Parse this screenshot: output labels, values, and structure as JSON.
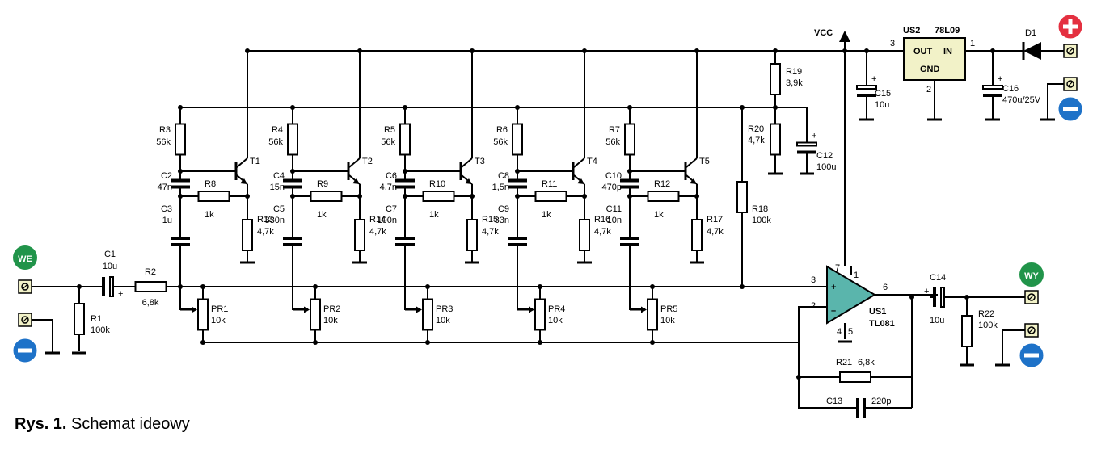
{
  "caption": {
    "label": "Rys. 1.",
    "text": "Schemat ideowy"
  },
  "supply": {
    "vcc_label": "VCC",
    "regulator": {
      "ref": "US2",
      "type": "78L09",
      "pin_in": "1",
      "pin_out": "3",
      "pin_gnd": "2",
      "text_out": "OUT",
      "text_in": "IN",
      "text_gnd": "GND"
    },
    "diode": {
      "ref": "D1"
    },
    "c15": {
      "ref": "C15",
      "value": "10u"
    },
    "c16": {
      "ref": "C16",
      "value": "470u/25V"
    },
    "plus_color": "#e43040",
    "minus_color": "#1e72c8"
  },
  "input": {
    "terminal_label": "WE",
    "badge_color": "#21944a",
    "c1": {
      "ref": "C1",
      "value": "10u"
    },
    "r1": {
      "ref": "R1",
      "value": "100k"
    },
    "r2": {
      "ref": "R2",
      "value": "6,8k"
    }
  },
  "bias": {
    "r19": {
      "ref": "R19",
      "value": "3,9k"
    },
    "r20": {
      "ref": "R20",
      "value": "4,7k"
    },
    "c12": {
      "ref": "C12",
      "value": "100u"
    },
    "r18": {
      "ref": "R18",
      "value": "100k"
    }
  },
  "stages": [
    {
      "tr": "T1",
      "rb": "R3",
      "rb_val": "56k",
      "ca": "C2",
      "ca_val": "47n",
      "cb": "C3",
      "cb_val": "1u",
      "rs": "R8",
      "rs_val": "1k",
      "re": "R13",
      "re_val": "4,7k",
      "pr": "PR1",
      "pr_val": "10k"
    },
    {
      "tr": "T2",
      "rb": "R4",
      "rb_val": "56k",
      "ca": "C4",
      "ca_val": "15n",
      "cb": "C5",
      "cb_val": "330n",
      "rs": "R9",
      "rs_val": "1k",
      "re": "R14",
      "re_val": "4,7k",
      "pr": "PR2",
      "pr_val": "10k"
    },
    {
      "tr": "T3",
      "rb": "R5",
      "rb_val": "56k",
      "ca": "C6",
      "ca_val": "4,7n",
      "cb": "C7",
      "cb_val": "100n",
      "rs": "R10",
      "rs_val": "1k",
      "re": "R15",
      "re_val": "4,7k",
      "pr": "PR3",
      "pr_val": "10k"
    },
    {
      "tr": "T4",
      "rb": "R6",
      "rb_val": "56k",
      "ca": "C8",
      "ca_val": "1,5n",
      "cb": "C9",
      "cb_val": "33n",
      "rs": "R11",
      "rs_val": "1k",
      "re": "R16",
      "re_val": "4,7k",
      "pr": "PR4",
      "pr_val": "10k"
    },
    {
      "tr": "T5",
      "rb": "R7",
      "rb_val": "56k",
      "ca": "C10",
      "ca_val": "470p",
      "cb": "C11",
      "cb_val": "10n",
      "rs": "R12",
      "rs_val": "1k",
      "re": "R17",
      "re_val": "4,7k",
      "pr": "PR5",
      "pr_val": "10k"
    }
  ],
  "opamp": {
    "ref": "US1",
    "type": "TL081",
    "pin3": "3",
    "pin2": "2",
    "pin6": "6",
    "pin7": "7",
    "pin4": "4",
    "pin5": "5",
    "pin1": "1",
    "r21": {
      "ref": "R21",
      "value": "6,8k"
    },
    "c13": {
      "ref": "C13",
      "value": "220p"
    }
  },
  "output": {
    "terminal_label": "WY",
    "c14": {
      "ref": "C14",
      "value": "10u"
    },
    "r22": {
      "ref": "R22",
      "value": "100k"
    }
  }
}
